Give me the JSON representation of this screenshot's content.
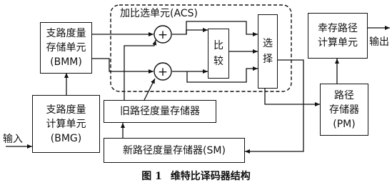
{
  "acs_group": {
    "label": "加比选单元(ACS)"
  },
  "bmm": {
    "line1": "支路度量",
    "line2": "存储单元",
    "line3": "(BMM)"
  },
  "bmg": {
    "line1": "支路度量",
    "line2": "计算单元",
    "line3": "(BMG)"
  },
  "old_store": {
    "label": "旧路径度量存储器"
  },
  "new_store": {
    "label": "新路径度量存储器(SM)"
  },
  "compare": {
    "line1": "比",
    "line2": "较"
  },
  "select": {
    "line1": "选",
    "line2": "择"
  },
  "pm": {
    "line1": "路径",
    "line2": "存储器",
    "line3": "(PM)"
  },
  "survivor": {
    "line1": "幸存路径",
    "line2": "计算单元"
  },
  "adder_symbol": "+",
  "input_label": "输入",
  "output_label": "输出",
  "caption": {
    "figure": "图 1",
    "title": "维特比译码器结构"
  }
}
